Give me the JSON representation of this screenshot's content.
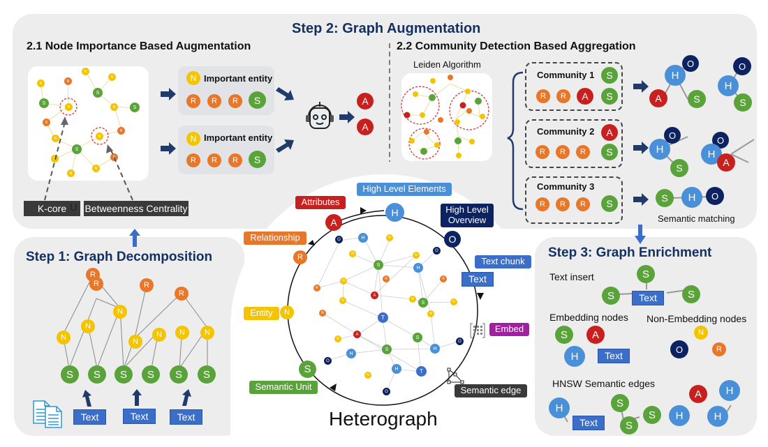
{
  "colors": {
    "relationship": "#e8772a",
    "entity": "#f5c400",
    "semantic_unit": "#5aa33a",
    "attribute": "#c8201f",
    "high_level": "#4a90d9",
    "overview": "#0d2260",
    "text": "#3a6ec8",
    "embed": "#a020a0",
    "title": "#14305f"
  },
  "step2": {
    "title": "Step 2: Graph Augmentation",
    "section1": {
      "title": "2.1 Node Importance Based Augmentation",
      "groups": [
        {
          "entity_node": "N",
          "label": "Important entity",
          "nodes": [
            "R",
            "R",
            "R",
            "S"
          ]
        },
        {
          "entity_node": "N",
          "label": "Important entity",
          "nodes": [
            "R",
            "R",
            "R",
            "S"
          ]
        }
      ],
      "outputs": [
        "A",
        "A"
      ],
      "methods": {
        "left": "K-core",
        "union": "U",
        "right": "Betweenness Centrality"
      }
    },
    "section2": {
      "title": "2.2 Community Detection Based Aggregation",
      "algorithm": "Leiden Algorithm",
      "communities": [
        {
          "name": "Community 1",
          "top": "S",
          "nodes": [
            "R",
            "R",
            "A",
            "S"
          ]
        },
        {
          "name": "Community 2",
          "top": "A",
          "nodes": [
            "R",
            "R",
            "R",
            "S"
          ]
        },
        {
          "name": "Community 3",
          "top": "",
          "nodes": [
            "R",
            "R",
            "R",
            "S"
          ]
        }
      ],
      "semantic_matching": "Semantic matching"
    }
  },
  "step1": {
    "title": "Step 1: Graph Decomposition",
    "text_labels": [
      "Text",
      "Text",
      "Text"
    ]
  },
  "heterograph": {
    "title": "Heterograph",
    "legend": {
      "high_level_elements": "High Level Elements",
      "attributes": "Attributes",
      "high_level_overview": "High Level Overview",
      "relationship": "Relationship",
      "text_chunk": "Text chunk",
      "text": "Text",
      "entity": "Entity",
      "embed": "Embed",
      "semantic_unit": "Semantic Unit",
      "semantic_edge": "Semantic edge"
    },
    "ring_nodes": {
      "H": "H",
      "A": "A",
      "O": "O",
      "R": "R",
      "N": "N",
      "S": "S"
    }
  },
  "step3": {
    "title": "Step 3: Graph Enrichment",
    "text_insert": "Text insert",
    "embedding_nodes": "Embedding nodes",
    "non_embedding_nodes": "Non-Embedding nodes",
    "hnsw": "HNSW Semantic edges",
    "text": "Text"
  }
}
